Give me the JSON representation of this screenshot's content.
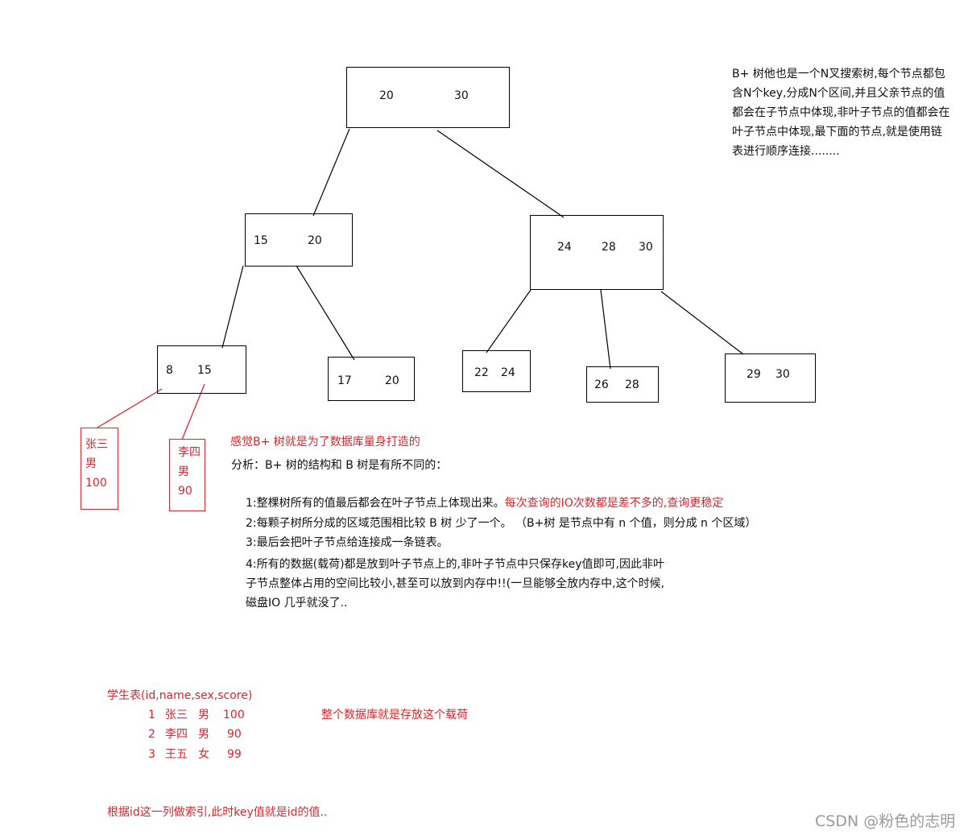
{
  "tree": {
    "root": [
      "20",
      "30"
    ],
    "level1_left": [
      "15",
      "20"
    ],
    "level1_right": [
      "24",
      "28",
      "30"
    ],
    "leaves": [
      [
        "8",
        "15"
      ],
      [
        "17",
        "20"
      ],
      [
        "22",
        "24"
      ],
      [
        "26",
        "28"
      ],
      [
        "29",
        "30"
      ]
    ]
  },
  "description": [
    "B+ 树他也是一个N叉搜索树,每个节点都包",
    "含N个key,分成N个区间,并且父亲节点的值",
    "都会在子节点中体现,非叶子节点的值都会在",
    "叶子节点中体现,最下面的节点,就是使用链",
    "表进行顺序连接........"
  ],
  "payload_records": [
    [
      "张三",
      "男",
      "100"
    ],
    [
      "李四",
      "男",
      "90"
    ]
  ],
  "feeling": "感觉B+ 树就是为了数据库量身打造的",
  "analysis": {
    "heading": "分析：B+ 树的结构和 B 树是有所不同的：",
    "point1": "1:整棵树所有的值最后都会在叶子节点上体现出来。",
    "point1_highlight": "每次查询的IO次数都是差不多的,查询更稳定",
    "point2": "2:每颗子树所分成的区域范围相比较 B 树 少了一个。 （B+树 是节点中有 n 个值，则分成 n 个区域）",
    "point3": "3:最后会把叶子节点给连接成一条链表。",
    "point4": [
      "4:所有的数据(载荷)都是放到叶子节点上的,非叶子节点中只保存key值即可,因此非叶",
      "子节点整体占用的空间比较小,甚至可以放到内存中!!(一旦能够全放内存中,这个时候,",
      "磁盘IO 几乎就没了.."
    ]
  },
  "table": {
    "title": "学生表(id,name,sex,score)",
    "rows": [
      [
        "1",
        "张三",
        "男",
        "100"
      ],
      [
        "2",
        "李四",
        "男",
        "90"
      ],
      [
        "3",
        "王五",
        "女",
        "99"
      ]
    ]
  },
  "payload_note": "整个数据库就是存放这个载荷",
  "index_note": "根据id这一列做索引,此时key值就是id的值..",
  "watermark": "CSDN @粉色的志明",
  "colors": {
    "annotation": "#e0242b",
    "stroke": "#000000",
    "watermark": "#9a9a9a"
  }
}
